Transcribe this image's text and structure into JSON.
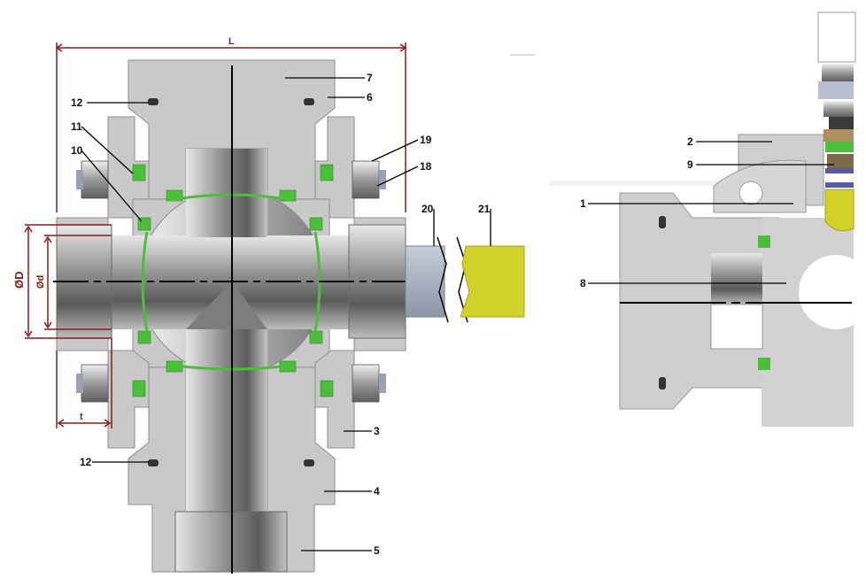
{
  "dimensions": {
    "length": "L",
    "outer_diameter": "ØD",
    "inner_diameter": "Ød",
    "thickness": "t"
  },
  "callouts": {
    "c1": "1",
    "c2": "2",
    "c3": "3",
    "c4": "4",
    "c5": "5",
    "c6": "6",
    "c7": "7",
    "c8": "8",
    "c9": "9",
    "c10": "10",
    "c11": "11",
    "c12_top": "12",
    "c12_bottom": "12",
    "c18": "18",
    "c19": "19",
    "c20": "20",
    "c21": "21"
  },
  "colors": {
    "body": "#c9c9c9",
    "body_edge": "#8e8e8e",
    "seal": "#4bbf3a",
    "actuator": "#d2d12a",
    "stem": "#9fa6b8",
    "dimension": "#8b1a1a"
  }
}
